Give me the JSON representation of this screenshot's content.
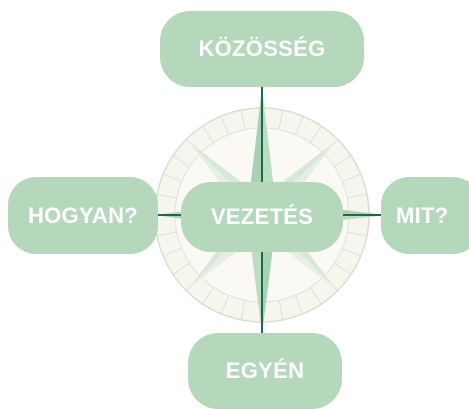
{
  "nodes": {
    "top": "KÖZÖSSÉG",
    "left": "HOGYAN?",
    "center": "VEZETÉS",
    "right": "MIT?",
    "bottom": "EGYÉN"
  },
  "colors": {
    "node_fill": "#b5d8bd",
    "node_text": "#ffffff",
    "connector": "#1e6b4a",
    "compass_ring": "#d9d9d4",
    "compass_fill": "#f6f5ec",
    "compass_point": "#d6e8d8"
  },
  "decoration": "compass-rose"
}
